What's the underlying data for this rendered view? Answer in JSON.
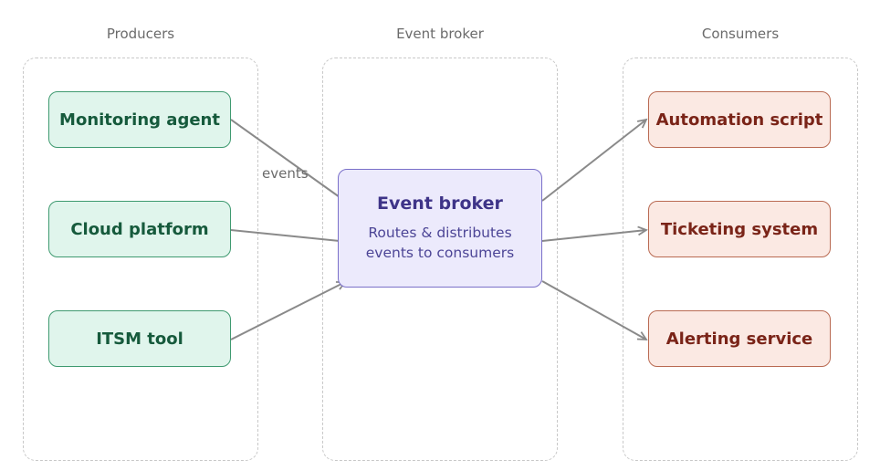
{
  "columns": {
    "producers": "Producers",
    "broker": "Event broker",
    "consumers": "Consumers"
  },
  "producers": [
    "Monitoring agent",
    "Cloud platform",
    "ITSM tool"
  ],
  "broker": {
    "title": "Event broker",
    "description": "Routes & distributes events to consumers"
  },
  "consumers": [
    "Automation script",
    "Ticketing system",
    "Alerting service"
  ],
  "edge_label": "events",
  "colors": {
    "producer_fill": "#e0f5ec",
    "producer_border": "#3f9a70",
    "broker_fill": "#eceafc",
    "broker_border": "#7a70c9",
    "consumer_fill": "#fbe9e3",
    "consumer_border": "#b96a52",
    "edge": "#8a8a8a"
  }
}
